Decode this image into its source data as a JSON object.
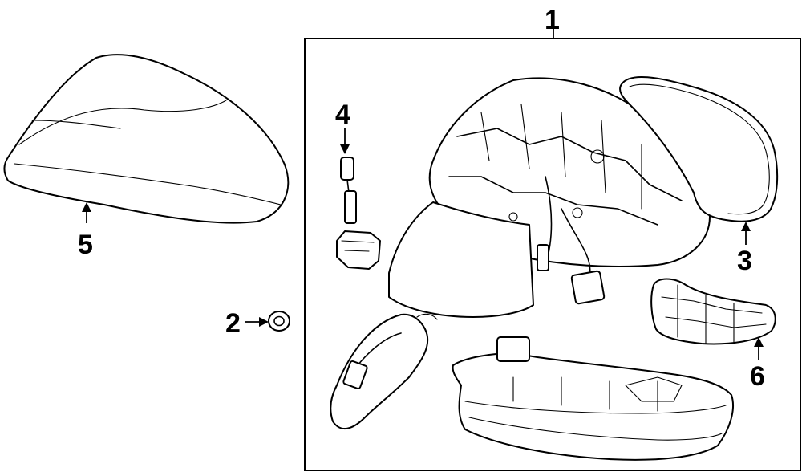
{
  "callouts": {
    "assembly": "1",
    "nut": "2",
    "mirror_glass": "3",
    "signal_bulb": "4",
    "cover_cap": "5",
    "lamp": "6"
  }
}
